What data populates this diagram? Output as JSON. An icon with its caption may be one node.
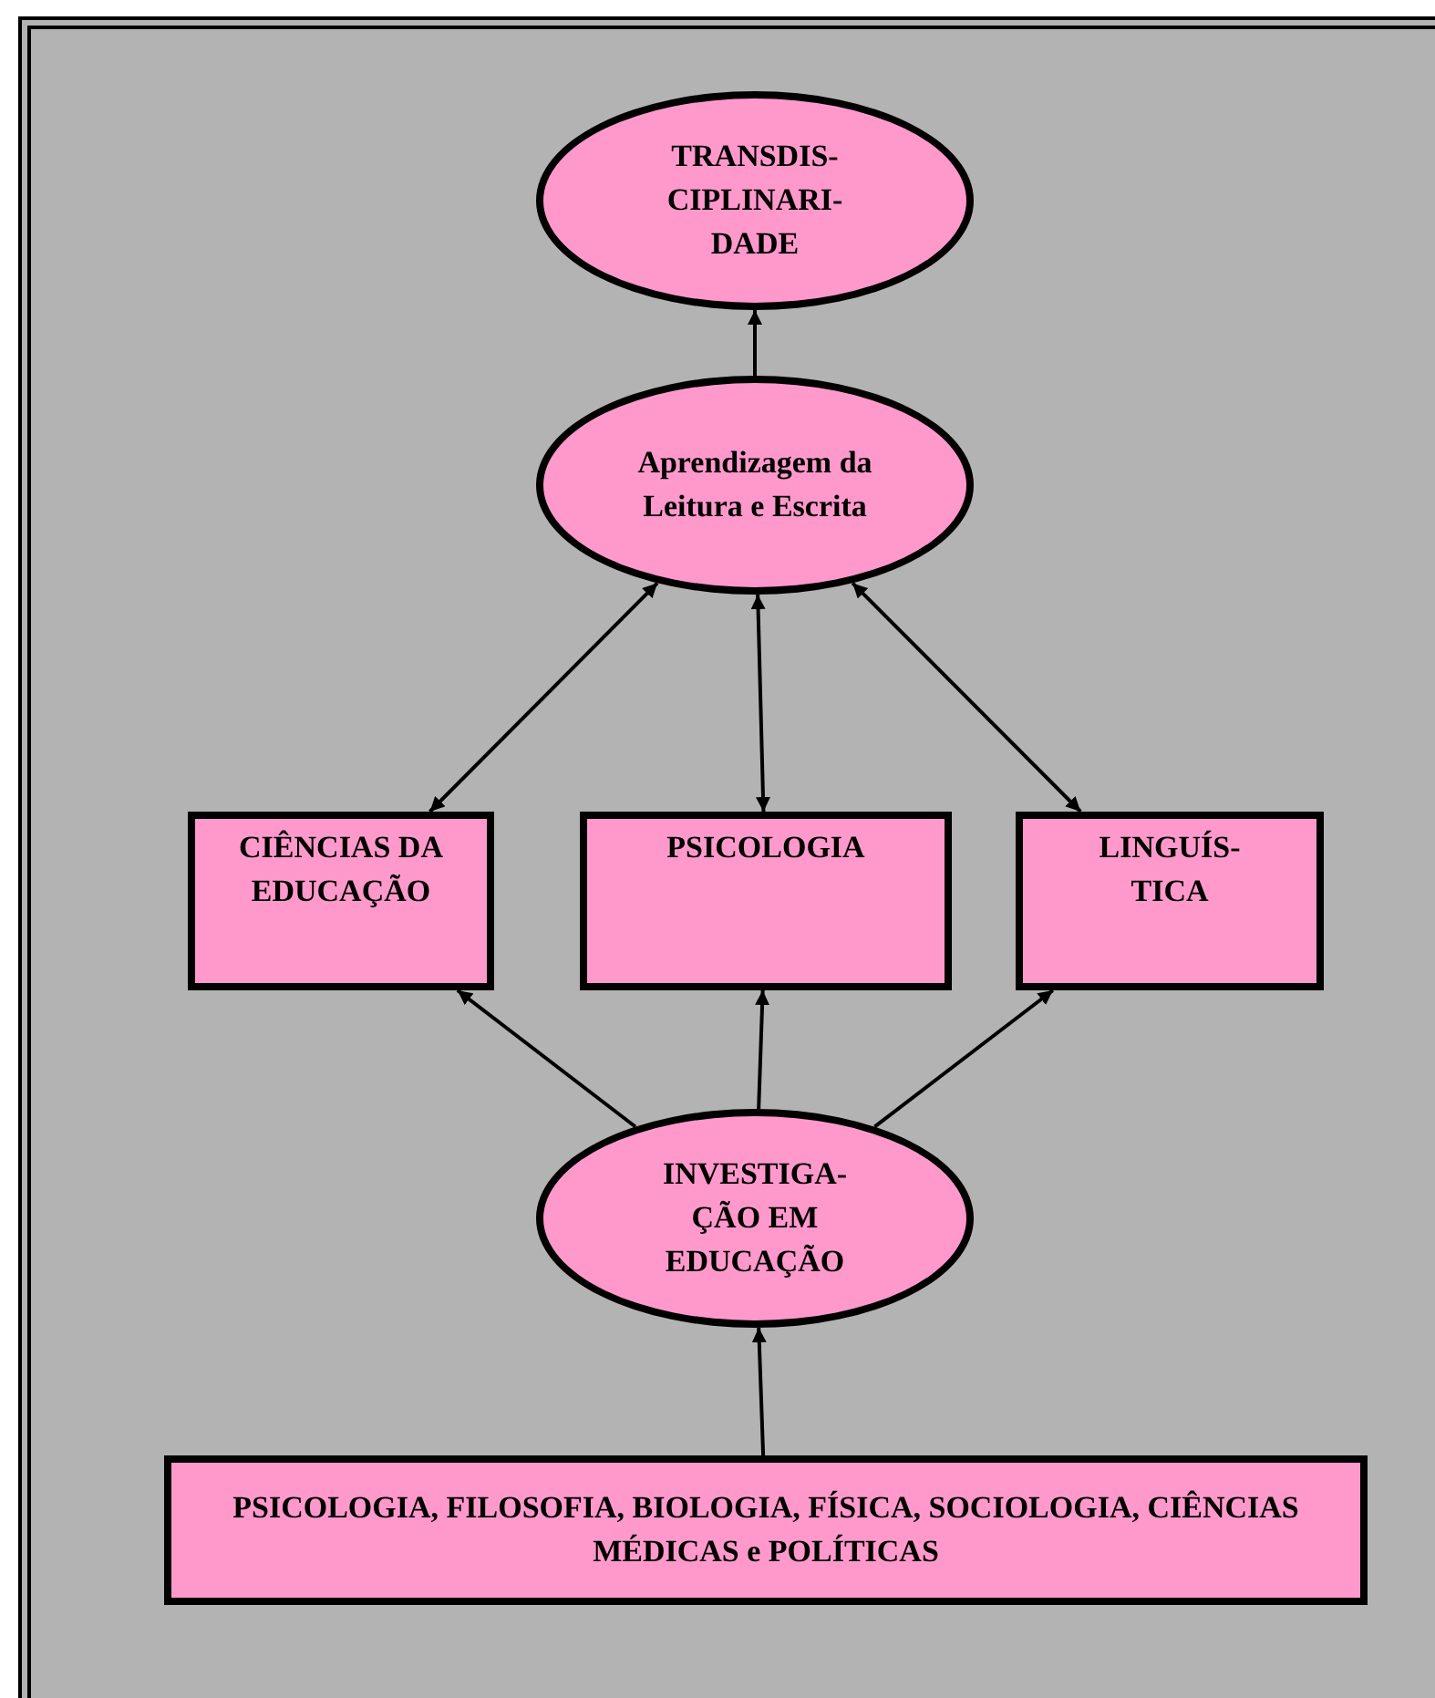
{
  "diagram": {
    "nodes": [
      {
        "text": [
          "TRANSDIS- CIPLINARI- DADE"
        ]
      },
      {
        "text": [
          "Aprendizagem da Leitura e Escrita"
        ]
      },
      {
        "text": [
          "CIÊNCIAS DA EDUCAÇÃO"
        ]
      },
      {
        "text": [
          "PSICOLOGIA"
        ]
      },
      {
        "text": [
          "LINGUÍS- TICA"
        ]
      },
      {
        "text": [
          "INVESTIGA- ÇÃO EM EDUCAÇÃO"
        ]
      },
      {
        "text": [
          "PSICOLOGIA, FILOSOFIA, BIOLOGIA, FÍSICA, SOCIOLOGIA, CIÊNCIAS MÉDICAS e POLÍTICAS"
        ]
      }
    ],
    "edges": [
      {
        "from": 1,
        "to": 0,
        "arrow": "to"
      },
      {
        "from": 1,
        "to": 2,
        "arrow": "both"
      },
      {
        "from": 1,
        "to": 3,
        "arrow": "both"
      },
      {
        "from": 1,
        "to": 4,
        "arrow": "both"
      },
      {
        "from": 5,
        "to": 2,
        "arrow": "to"
      },
      {
        "from": 5,
        "to": 3,
        "arrow": "to"
      },
      {
        "from": 5,
        "to": 4,
        "arrow": "to"
      },
      {
        "from": 6,
        "to": 5,
        "arrow": "to"
      }
    ]
  }
}
